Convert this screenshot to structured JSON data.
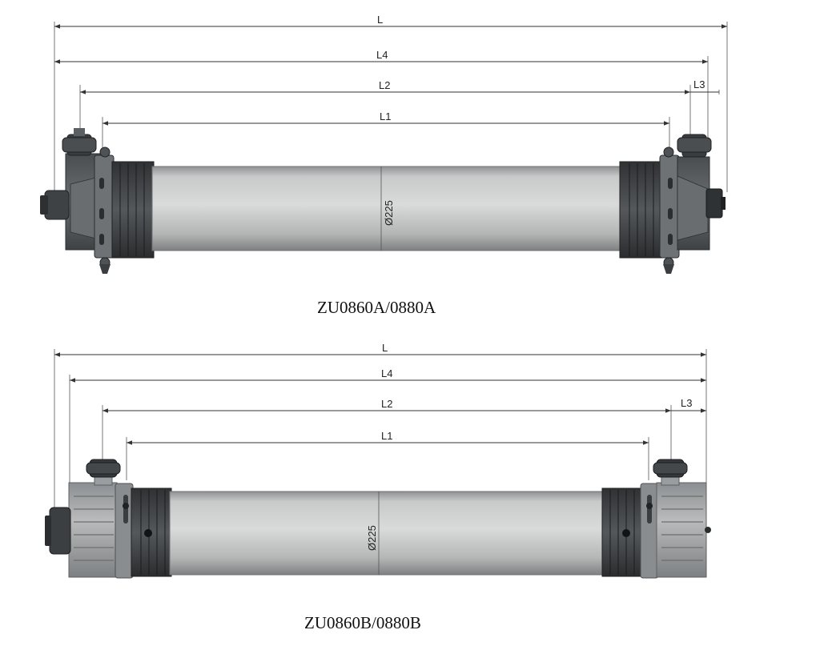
{
  "diagrams": [
    {
      "id": "a",
      "model": "ZU0860A/0880A",
      "dimensions": {
        "L": "L",
        "L4": "L4",
        "L2": "L2",
        "L1": "L1",
        "L3": "L3"
      },
      "diameter_label": "Ø225"
    },
    {
      "id": "b",
      "model": "ZU0860B/0880B",
      "dimensions": {
        "L": "L",
        "L4": "L4",
        "L2": "L2",
        "L1": "L1",
        "L3": "L3"
      },
      "diameter_label": "Ø225"
    }
  ],
  "colors": {
    "tube_light": "#d6d7d7",
    "tube_mid": "#b2b4b4",
    "tube_dark": "#8b8d8e",
    "cap_dark": "#3c3f41",
    "cap_mid": "#5a5d60",
    "housing_grey": "#a3a6a8",
    "dim_line": "#333333"
  }
}
